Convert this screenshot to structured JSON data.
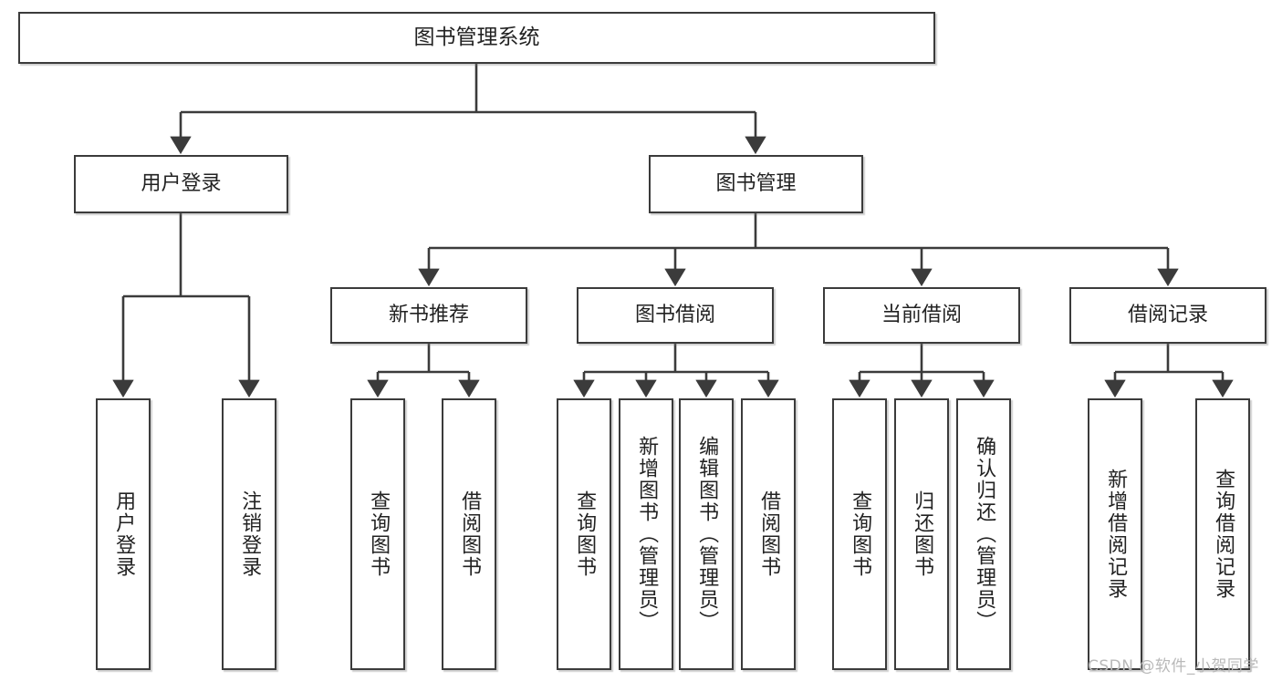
{
  "diagram": {
    "type": "tree-hierarchy",
    "title": "图书管理系统",
    "root": {
      "label": "图书管理系统"
    },
    "level2": [
      {
        "label": "用户登录"
      },
      {
        "label": "图书管理"
      }
    ],
    "level3": [
      {
        "label": "新书推荐"
      },
      {
        "label": "图书借阅"
      },
      {
        "label": "当前借阅"
      },
      {
        "label": "借阅记录"
      }
    ],
    "leaves": {
      "user_login": [
        {
          "label": "用户登录"
        },
        {
          "label": "注销登录"
        }
      ],
      "new_book_recommend": [
        {
          "label": "查询图书"
        },
        {
          "label": "借阅图书"
        }
      ],
      "book_borrow": [
        {
          "label": "查询图书"
        },
        {
          "label": "新增图书（管理员）"
        },
        {
          "label": "编辑图书（管理员）"
        },
        {
          "label": "借阅图书"
        }
      ],
      "current_borrow": [
        {
          "label": "查询图书"
        },
        {
          "label": "归还图书"
        },
        {
          "label": "确认归还（管理员）"
        }
      ],
      "borrow_record": [
        {
          "label": "新增借阅记录"
        },
        {
          "label": "查询借阅记录"
        }
      ]
    }
  },
  "watermark": {
    "text": "CSDN @软件_小贺同学"
  },
  "colors": {
    "box_border": "#3b3b3b",
    "box_fill": "#ffffff",
    "text": "#222222",
    "connector": "#3b3b3b",
    "watermark": "#b9b9b9"
  }
}
